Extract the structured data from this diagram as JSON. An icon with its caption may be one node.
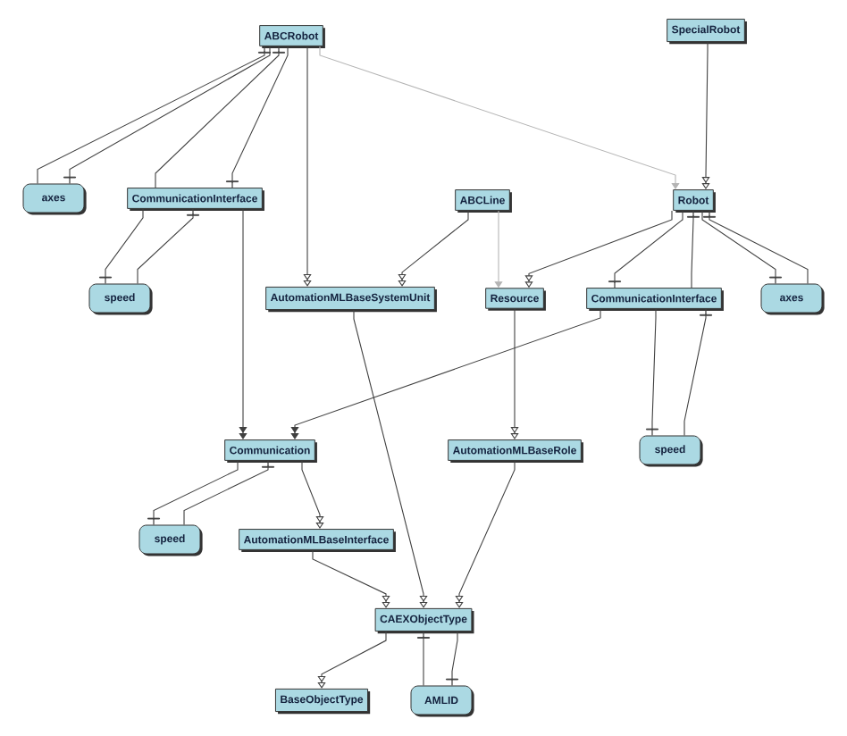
{
  "diagram": {
    "nodes": [
      {
        "text": [
          "ABCRobot"
        ]
      },
      {
        "text": [
          "SpecialRobot"
        ]
      },
      {
        "text": [
          "axes"
        ]
      },
      {
        "text": [
          "CommunicationInterface"
        ]
      },
      {
        "text": [
          "speed"
        ]
      },
      {
        "text": [
          "AutomationMLBaseSystemUnit"
        ]
      },
      {
        "text": [
          "ABCLine"
        ]
      },
      {
        "text": [
          "Robot"
        ]
      },
      {
        "text": [
          "Resource"
        ]
      },
      {
        "text": [
          "CommunicationInterface"
        ]
      },
      {
        "text": [
          "axes"
        ]
      },
      {
        "text": [
          "Communication"
        ]
      },
      {
        "text": [
          "AutomationMLBaseRole"
        ]
      },
      {
        "text": [
          "speed"
        ]
      },
      {
        "text": [
          "speed"
        ]
      },
      {
        "text": [
          "AutomationMLBaseInterface"
        ]
      },
      {
        "text": [
          "CAEXObjectType"
        ]
      },
      {
        "text": [
          "BaseObjectType"
        ]
      },
      {
        "text": [
          "AMLID"
        ]
      }
    ],
    "edges": [
      {
        "from": 2,
        "to": 0,
        "arrow": "other"
      },
      {
        "from": 0,
        "to": 2,
        "arrow": "other"
      },
      {
        "from": 3,
        "to": 0,
        "arrow": "other"
      },
      {
        "from": 0,
        "to": 3,
        "arrow": "other"
      },
      {
        "from": 3,
        "to": 4,
        "arrow": "other"
      },
      {
        "from": 4,
        "to": 3,
        "arrow": "other"
      },
      {
        "from": 0,
        "to": 5,
        "arrow": "to"
      },
      {
        "from": 0,
        "to": 7,
        "arrow": "to",
        "color": "#b4b4b4"
      },
      {
        "from": 1,
        "to": 7,
        "arrow": "to"
      },
      {
        "from": 6,
        "to": 5,
        "arrow": "to"
      },
      {
        "from": 6,
        "to": 8,
        "arrow": "to",
        "color": "#b4b4b4"
      },
      {
        "from": 7,
        "to": 8,
        "arrow": "to"
      },
      {
        "from": 7,
        "to": 9,
        "arrow": "other"
      },
      {
        "from": 9,
        "to": 7,
        "arrow": "other"
      },
      {
        "from": 7,
        "to": 10,
        "arrow": "other"
      },
      {
        "from": 10,
        "to": 7,
        "arrow": "other"
      },
      {
        "from": 3,
        "to": 11,
        "arrow": "to"
      },
      {
        "from": 9,
        "to": 11,
        "arrow": "to"
      },
      {
        "from": 8,
        "to": 12,
        "arrow": "to"
      },
      {
        "from": 9,
        "to": 13,
        "arrow": "other"
      },
      {
        "from": 13,
        "to": 9,
        "arrow": "other"
      },
      {
        "from": 11,
        "to": 14,
        "arrow": "other"
      },
      {
        "from": 14,
        "to": 11,
        "arrow": "other"
      },
      {
        "from": 11,
        "to": 15,
        "arrow": "to"
      },
      {
        "from": 5,
        "to": 16,
        "arrow": "to"
      },
      {
        "from": 15,
        "to": 16,
        "arrow": "to"
      },
      {
        "from": 12,
        "to": 16,
        "arrow": "to"
      },
      {
        "from": 16,
        "to": 17,
        "arrow": "to"
      },
      {
        "from": 18,
        "to": 16,
        "arrow": "other"
      },
      {
        "from": 16,
        "to": 18,
        "arrow": "other"
      }
    ]
  }
}
